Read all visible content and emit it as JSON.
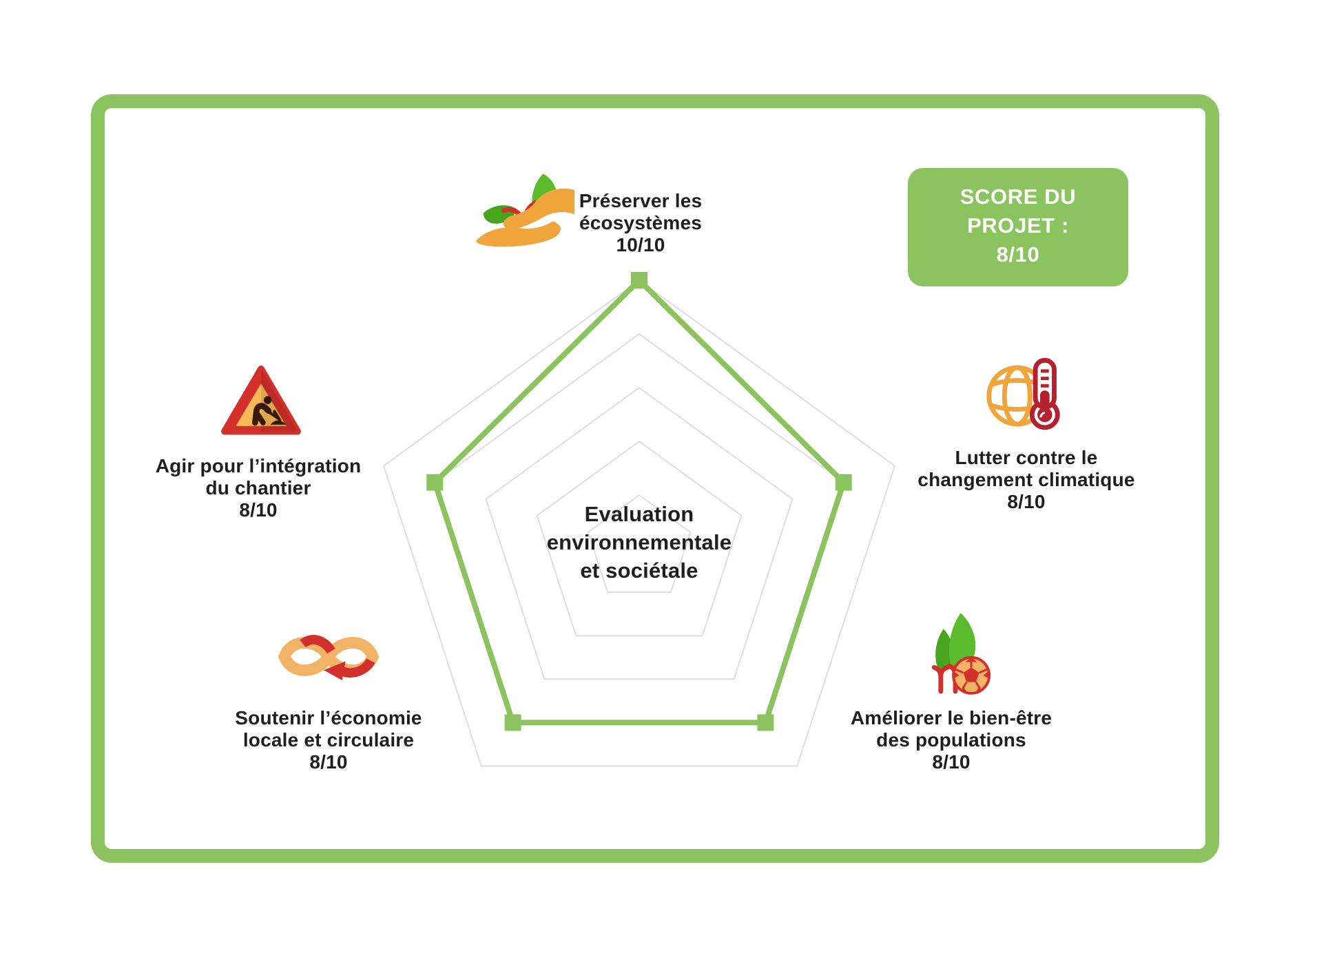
{
  "palette": {
    "green": "#8BC45E",
    "grid": "#DEDEDE",
    "text": "#1E1E1E",
    "white": "#FFFFFF",
    "orange": "#F0A43C",
    "lightorange": "#F2B366",
    "red": "#D3302C",
    "darkred": "#B5212E",
    "leaf1": "#5BBB2B",
    "leaf2": "#46A41D",
    "brown": "#3D1A07",
    "signinner": "#F6BA57"
  },
  "score_box": {
    "lines": [
      "SCORE DU",
      "PROJET :",
      "8/10"
    ]
  },
  "chart_data": {
    "type": "radar",
    "title": "Evaluation environnementale et sociétale",
    "title_lines": [
      "Evaluation",
      "environnementale",
      "et sociétale"
    ],
    "max": 10,
    "ring_levels": [
      2,
      4,
      6,
      8,
      10
    ],
    "grid": true,
    "legend": false,
    "series_name": "Score du projet",
    "axes": [
      {
        "label_lines": [
          "Préserver les",
          "écosystèmes"
        ],
        "score_label": "10/10",
        "value": 10,
        "icon": "hand-plant-icon"
      },
      {
        "label_lines": [
          "Lutter contre le",
          "changement climatique"
        ],
        "score_label": "8/10",
        "value": 8,
        "icon": "globe-thermometer-icon"
      },
      {
        "label_lines": [
          "Améliorer le bien-être",
          "des populations"
        ],
        "score_label": "8/10",
        "value": 8,
        "icon": "leaves-soccer-ball-icon"
      },
      {
        "label_lines": [
          "Soutenir l’économie",
          "locale et circulaire"
        ],
        "score_label": "8/10",
        "value": 8,
        "icon": "infinity-arrow-icon"
      },
      {
        "label_lines": [
          "Agir pour l’intégration",
          "du chantier"
        ],
        "score_label": "8/10",
        "value": 8,
        "icon": "roadworks-sign-icon"
      }
    ]
  }
}
